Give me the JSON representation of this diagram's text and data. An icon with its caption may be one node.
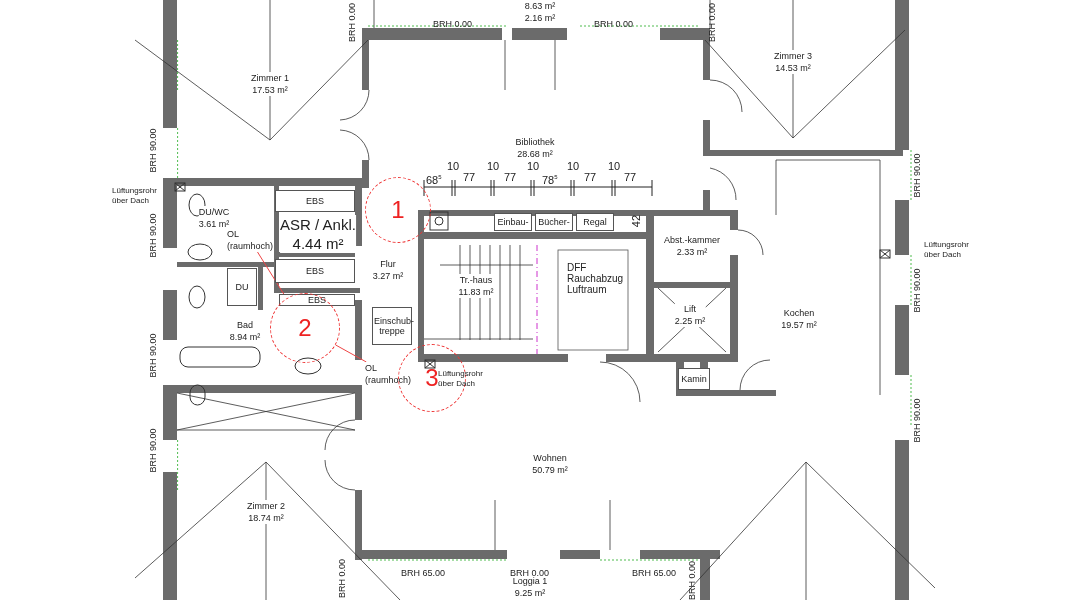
{
  "diagram": {
    "nodes": [
      {
        "text": [
          "8.63 m²",
          "2.16 m²"
        ]
      },
      {
        "text": [
          "Zimmer 1",
          "17.53 m²"
        ]
      },
      {
        "text": [
          "Zimmer 3",
          "14.53 m²"
        ]
      },
      {
        "text": [
          "Bibliothek",
          "28.68 m²"
        ]
      },
      {
        "text": [
          "DU/WC",
          "3.61 m²"
        ]
      },
      {
        "text": [
          "EBS"
        ]
      },
      {
        "text": [
          "ASR / Ankl.",
          "4.44 m²"
        ]
      },
      {
        "text": [
          "1"
        ]
      },
      {
        "text": [
          "Einbau-"
        ]
      },
      {
        "text": [
          "Bücher-"
        ]
      },
      {
        "text": [
          "Regal"
        ]
      },
      {
        "text": [
          "Abst.-kammer",
          "2.33 m²"
        ]
      },
      {
        "text": [
          "OL (raumhoch)"
        ]
      },
      {
        "text": [
          "EBS"
        ]
      },
      {
        "text": [
          "Flur",
          "3.27 m²"
        ]
      },
      {
        "text": [
          "Tr.-haus",
          "11.83 m²"
        ]
      },
      {
        "text": [
          "Lift",
          "2.25 m²"
        ]
      },
      {
        "text": [
          "DU"
        ]
      },
      {
        "text": [
          "EBS"
        ]
      },
      {
        "text": [
          "Kochen",
          "19.57 m²"
        ]
      },
      {
        "text": [
          "Einschub- treppe"
        ]
      },
      {
        "text": [
          "Bad",
          "8.94 m²"
        ]
      },
      {
        "text": [
          "2"
        ]
      },
      {
        "text": [
          "OL (raumhoch)"
        ]
      },
      {
        "text": [
          "3"
        ]
      },
      {
        "text": [
          "Kamin"
        ]
      },
      {
        "text": [
          "Wohnen",
          "50.79 m²"
        ]
      },
      {
        "text": [
          "Zimmer 2",
          "18.74 m²"
        ]
      },
      {
        "text": [
          "Loggia 1",
          "9.25 m²"
        ]
      }
    ],
    "edges": [
      {
        "from": 12,
        "to": 22,
        "arrow": "none"
      },
      {
        "from": 23,
        "to": 22,
        "arrow": "none"
      }
    ],
    "labels": [
      "BRH 0.00",
      "BRH 0.00",
      "BRH 0.00",
      "BRH 0.00",
      "BRH 90.00",
      "68$^{5}$",
      "10",
      "77",
      "10",
      "77",
      "10",
      "78$^{5}$",
      "10",
      "77",
      "10",
      "77",
      "BRH 90.00",
      "Lüftungsrohr über Dach",
      "BRH 90.00",
      "42",
      "Lüftungsrohr über Dach",
      "DFF Rauchabzug Luftraum",
      "BRH 90.00",
      "BRH 90.00",
      "Lüftungsrohr über Dach",
      "BRH 90.00",
      "BRH 90.00",
      "BRH 0.00",
      "BRH 65.00",
      "BRH 0.00",
      "BRH 65.00",
      "BRH 0.00"
    ]
  }
}
